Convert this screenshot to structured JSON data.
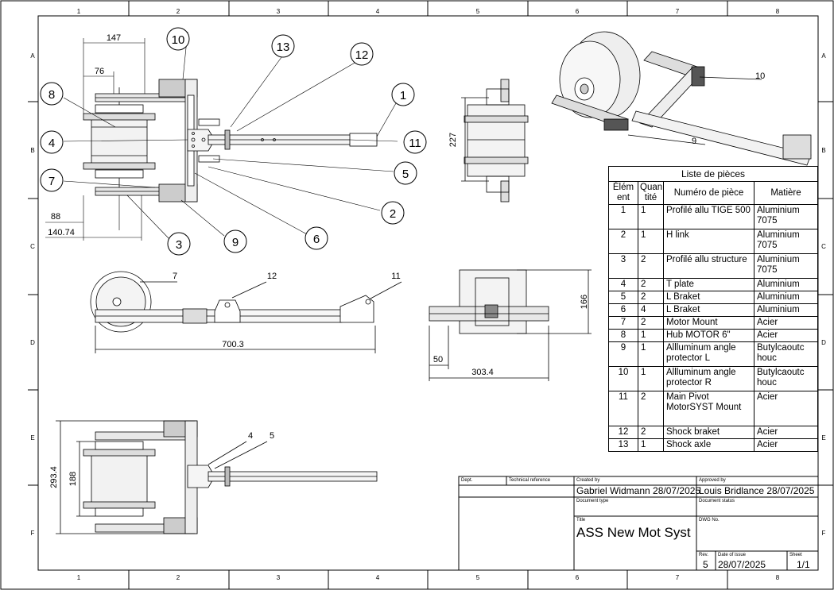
{
  "border": {
    "cols": [
      "1",
      "2",
      "3",
      "4",
      "5",
      "6",
      "7",
      "8"
    ],
    "rows": [
      "A",
      "B",
      "C",
      "D",
      "E",
      "F"
    ]
  },
  "dimensions": {
    "d147": "147",
    "d76": "76",
    "d88": "88",
    "d140": "140.74",
    "d227": "227",
    "d700": "700.3",
    "d166": "166",
    "d50": "50",
    "d303": "303.4",
    "d2934": "293.4",
    "d188": "188"
  },
  "balloons": {
    "b1": "1",
    "b2": "2",
    "b3": "3",
    "b4": "4",
    "b5": "5",
    "b6": "6",
    "b7": "7",
    "b8": "8",
    "b9": "9",
    "b10": "10",
    "b11": "11",
    "b12": "12",
    "b13": "13"
  },
  "leader_labels": {
    "side7": "7",
    "side12": "12",
    "side11": "11",
    "iso10": "10",
    "iso9": "9",
    "top4": "4",
    "top5": "5"
  },
  "parts_list": {
    "title": "Liste de pièces",
    "headers": [
      "Élém ent",
      "Quan tité",
      "Numéro de pièce",
      "Matière"
    ],
    "rows": [
      {
        "item": "1",
        "qty": "1",
        "part": "Profilé allu  TIGE 500",
        "material": "Aluminium 7075"
      },
      {
        "item": "2",
        "qty": "1",
        "part": "H link",
        "material": "Aluminium 7075"
      },
      {
        "item": "3",
        "qty": "2",
        "part": "Profilé allu structure",
        "material": "Aluminium 7075"
      },
      {
        "item": "4",
        "qty": "2",
        "part": "T plate",
        "material": "Aluminium"
      },
      {
        "item": "5",
        "qty": "2",
        "part": "L Braket",
        "material": "Aluminium"
      },
      {
        "item": "6",
        "qty": "4",
        "part": "L Braket",
        "material": "Aluminium"
      },
      {
        "item": "7",
        "qty": "2",
        "part": "Motor Mount",
        "material": "Acier"
      },
      {
        "item": "8",
        "qty": "1",
        "part": "Hub MOTOR 6\"",
        "material": "Acier"
      },
      {
        "item": "9",
        "qty": "1",
        "part": "Allluminum angle protector L",
        "material": "Butylcaoutc houc"
      },
      {
        "item": "10",
        "qty": "1",
        "part": "Allluminum angle protector R",
        "material": "Butylcaoutc houc"
      },
      {
        "item": "11",
        "qty": "2",
        "part": "Main Pivot MotorSYST Mount",
        "material": "Acier"
      },
      {
        "item": "12",
        "qty": "2",
        "part": "Shock braket",
        "material": "Acier"
      },
      {
        "item": "13",
        "qty": "1",
        "part": "Shock axle",
        "material": "Acier"
      }
    ]
  },
  "title_block": {
    "dept_label": "Dept.",
    "tech_ref_label": "Technical reference",
    "created_by_label": "Created by",
    "created_by": "Gabriel Widmann 28/07/2025",
    "approved_by_label": "Approved by",
    "approved_by": "Louis Bridlance 28/07/2025",
    "doc_type_label": "Document type",
    "doc_status_label": "Document status",
    "title_label": "Title",
    "title": "ASS New Mot Syst",
    "dwg_no_label": "DWG No.",
    "rev_label": "Rev.",
    "rev": "5",
    "date_label": "Date of issue",
    "date": "28/07/2025",
    "sheet_label": "Sheet",
    "sheet": "1/1"
  }
}
